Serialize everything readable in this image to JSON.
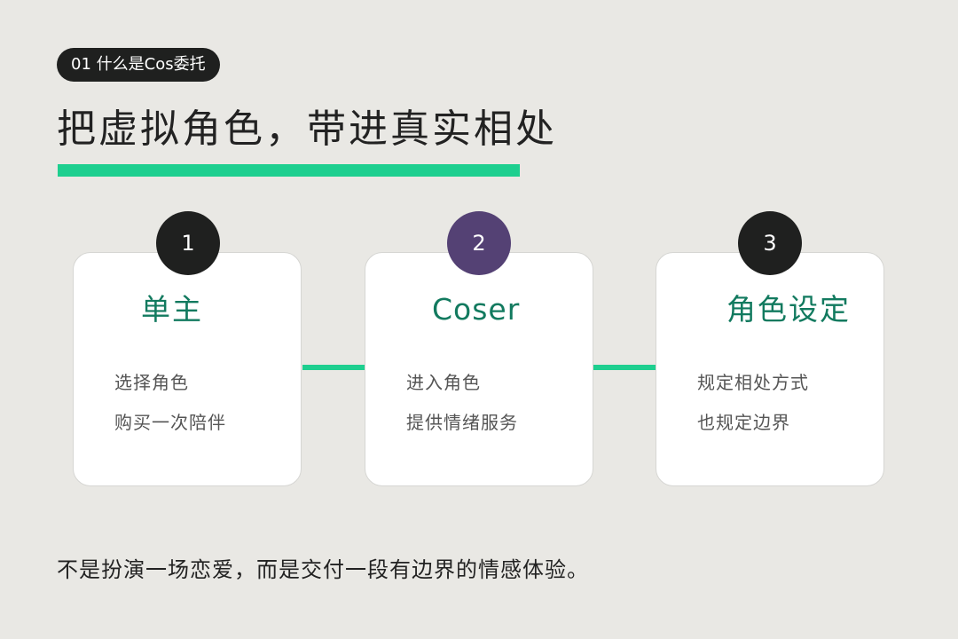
{
  "section_tag": "01  什么是Cos委托",
  "title": "把虚拟角色，带进真实相处",
  "colors": {
    "background": "#e9e8e4",
    "accent_green": "#1ecf8f",
    "card_title_green": "#127a5f",
    "badge_dark": "#1f201f",
    "badge_purple": "#544174"
  },
  "cards": [
    {
      "number": "1",
      "title": "单主",
      "lines": [
        "选择角色",
        "购买一次陪伴"
      ]
    },
    {
      "number": "2",
      "title": "Coser",
      "lines": [
        "进入角色",
        "提供情绪服务"
      ]
    },
    {
      "number": "3",
      "title": "角色设定",
      "lines": [
        "规定相处方式",
        "也规定边界"
      ]
    }
  ],
  "footer": "不是扮演一场恋爱，而是交付一段有边界的情感体验。"
}
